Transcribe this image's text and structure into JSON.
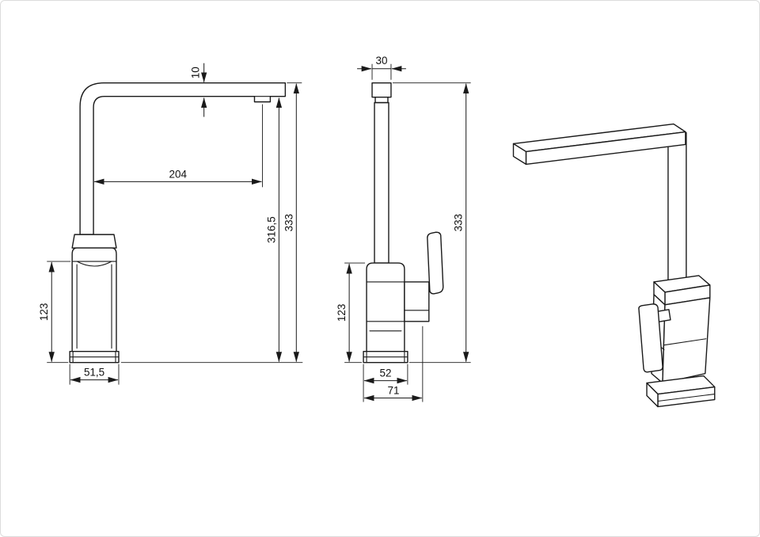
{
  "drawing": {
    "front_view": {
      "spout_thickness": "10",
      "spout_reach": "204",
      "spout_underside_height": "316,5",
      "overall_height": "333",
      "body_height": "123",
      "base_width": "51,5"
    },
    "side_view": {
      "spout_width": "30",
      "overall_height": "333",
      "body_height": "123",
      "base_depth": "52",
      "overall_depth": "71"
    },
    "line_color": "#1a1a1a",
    "background_color": "#ffffff"
  }
}
